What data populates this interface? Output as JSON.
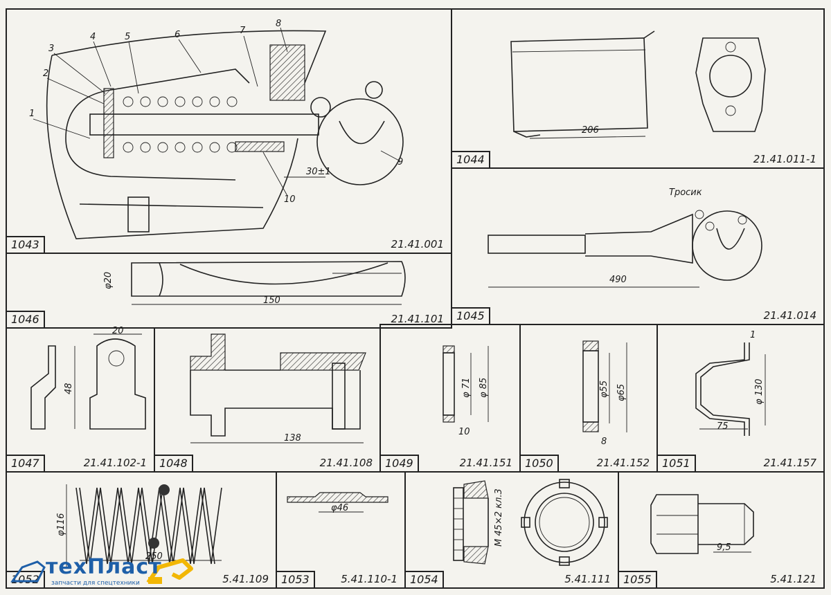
{
  "cells": [
    {
      "id": "1043",
      "code": "21.41.001"
    },
    {
      "id": "1044",
      "code": "21.41.011-1"
    },
    {
      "id": "1045",
      "code": "21.41.014"
    },
    {
      "id": "1046",
      "code": "21.41.101"
    },
    {
      "id": "1047",
      "code": "21.41.102-1"
    },
    {
      "id": "1048",
      "code": "21.41.108"
    },
    {
      "id": "1049",
      "code": "21.41.151"
    },
    {
      "id": "1050",
      "code": "21.41.152"
    },
    {
      "id": "1051",
      "code": "21.41.157"
    },
    {
      "id": "1052",
      "code": "5.41.109"
    },
    {
      "id": "1053",
      "code": "5.41.110-1"
    },
    {
      "id": "1054",
      "code": "5.41.111"
    },
    {
      "id": "1055",
      "code": "5.41.121"
    }
  ],
  "callouts_1043": [
    "1",
    "2",
    "3",
    "4",
    "5",
    "6",
    "7",
    "8",
    "9",
    "10"
  ],
  "dims": {
    "d1043": "30±1",
    "d1044": "206",
    "d1045_label": "Тросик",
    "d1045": "490",
    "d1046_dia": "φ20",
    "d1046_len": "150",
    "d1047_w": "20",
    "d1047_h": "48",
    "d1048": "138",
    "d1049_a": "φ 71",
    "d1049_b": "φ 85",
    "d1049_c": "10",
    "d1050_a": "φ55",
    "d1050_b": "φ65",
    "d1050_c": "8",
    "d1051_a": "1",
    "d1051_b": "φ 130",
    "d1051_c": "75",
    "d1052_a": "φ116",
    "d1052_b": "250",
    "d1053": "φ46",
    "d1054": "M 45×2 кл.3",
    "d1055": "9,5"
  },
  "logo": {
    "brand": "техПласт",
    "tagline": "запчасти для спецтехники",
    "brand_color": "#1e5fa8",
    "accent_color": "#f2b705"
  }
}
